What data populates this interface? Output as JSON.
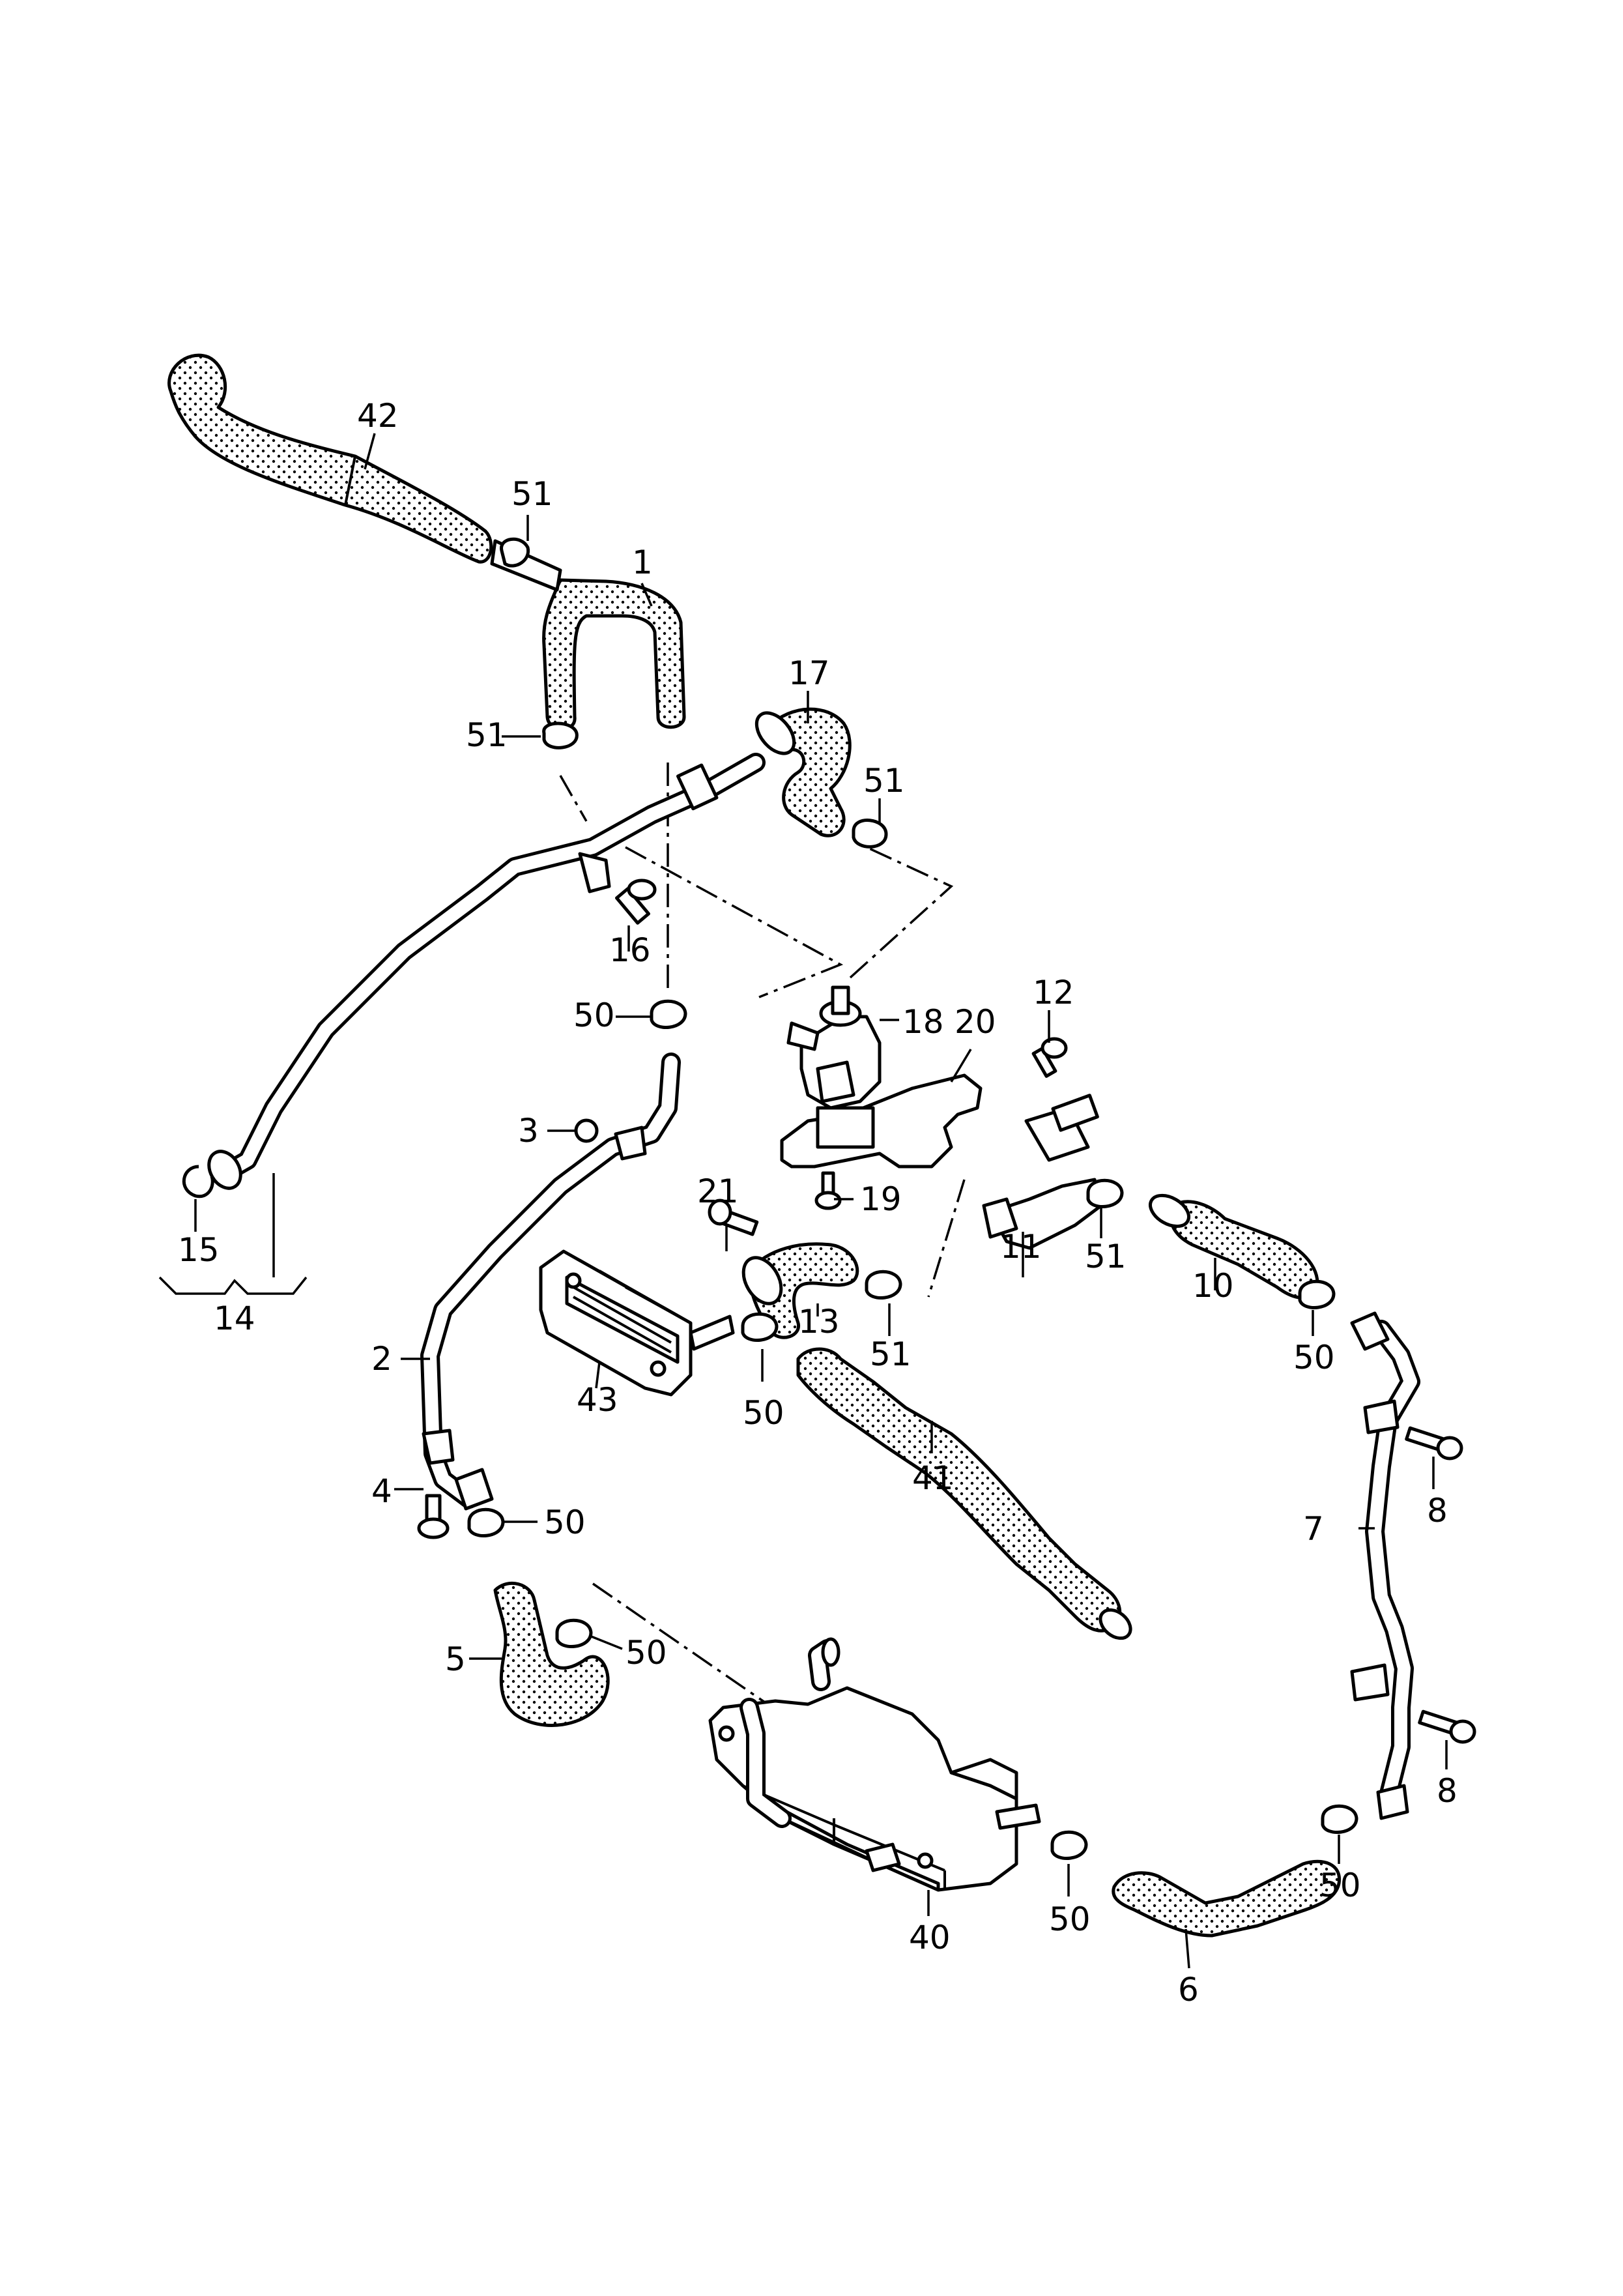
{
  "diagram": {
    "callouts": [
      "1",
      "2",
      "3",
      "4",
      "5",
      "6",
      "7",
      "8",
      "8",
      "10",
      "11",
      "12",
      "13",
      "14",
      "15",
      "16",
      "17",
      "18",
      "19",
      "20",
      "21",
      "40",
      "41",
      "42",
      "43",
      "50",
      "50",
      "50",
      "50",
      "50",
      "50",
      "50",
      "51",
      "51",
      "51",
      "51",
      "51"
    ]
  }
}
